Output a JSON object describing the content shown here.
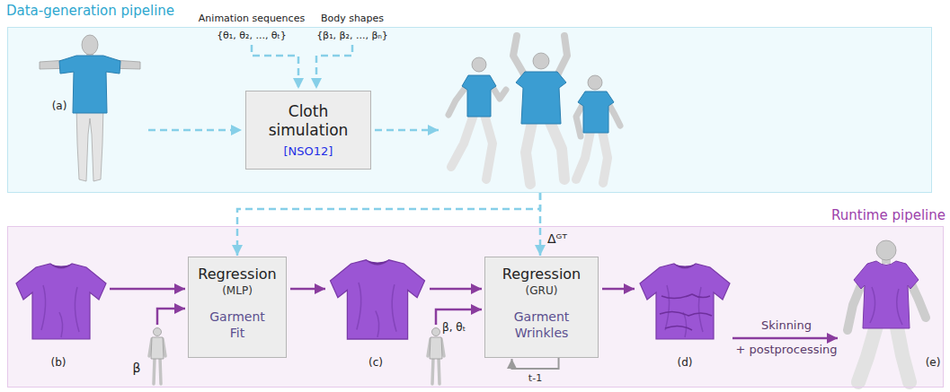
{
  "diagram": {
    "nodes": [
      {
        "text": [
          "Data-generation pipeline"
        ]
      },
      {
        "text": [
          "Cloth simulation",
          "[NSO12]"
        ],
        "in": 0
      },
      {
        "text": [
          "Runtime pipeline"
        ]
      },
      {
        "text": [
          "Regression",
          "(MLP)",
          "Garment Fit"
        ],
        "in": 2
      },
      {
        "text": [
          "Regression",
          "(GRU)",
          "Garment Wrinkles"
        ],
        "in": 2
      }
    ],
    "edges": [
      {
        "from": 0,
        "to": 3,
        "arrow": "to"
      },
      {
        "from": 0,
        "to": 4,
        "label": "Δᴳᵀ",
        "arrow": "to"
      },
      {
        "from": 4,
        "to": 4,
        "label": "t-1",
        "arrow": "to"
      }
    ],
    "labels": [
      "Animation sequences",
      "{θ₁, θ₂, ..., θₜ}",
      "Body shapes",
      "{β₁, β₂, ..., βₙ}",
      "(a)",
      "(b)",
      "β",
      "(c)",
      "β, θₜ",
      "(d)",
      "Skinning",
      "+ postprocessing",
      "(e)"
    ]
  }
}
